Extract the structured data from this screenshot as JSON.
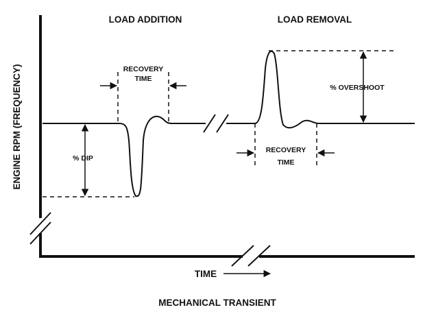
{
  "diagram": {
    "caption": "MECHANICAL TRANSIENT",
    "y_axis_label": "ENGINE RPM (FREQUENCY)",
    "x_axis_label": "TIME",
    "sections": {
      "load_addition": "LOAD ADDITION",
      "load_removal": "LOAD REMOVAL"
    },
    "annotations": {
      "recovery_time_addition": [
        "RECOVERY",
        "TIME"
      ],
      "recovery_time_removal": [
        "RECOVERY",
        "TIME"
      ],
      "dip": "% DIP",
      "overshoot": "% OVERSHOOT"
    },
    "colors": {
      "ink": "#111111",
      "background": "#ffffff"
    }
  }
}
